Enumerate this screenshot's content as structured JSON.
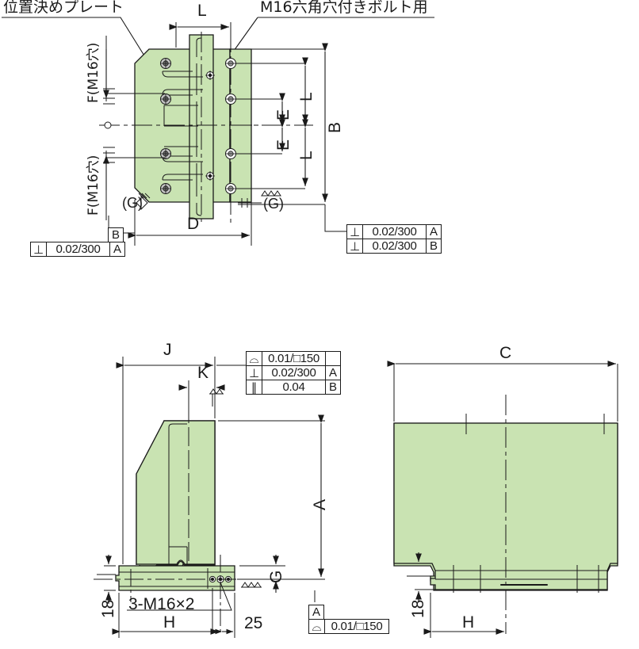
{
  "drawing": {
    "title_note_top_left": "位置決めプレート",
    "title_note_top_right": "M16六角穴付きボルト用",
    "part_fill_color": "#c9e3b2",
    "line_color": "#1a1a1a",
    "views": [
      {
        "name": "front-view",
        "position": "top-left"
      },
      {
        "name": "side-view",
        "position": "bottom-left"
      },
      {
        "name": "rear-view",
        "position": "bottom-right"
      }
    ]
  },
  "front_view": {
    "dim_L_top": "L",
    "dim_D": "D",
    "dim_B": "B",
    "dim_L_upper": "L",
    "dim_L_lower": "L",
    "dim_E_upper": "E",
    "dim_E_lower": "E",
    "label_F_top": "F(M16穴)",
    "label_F_bottom": "F(M16穴)",
    "finish_left": "(G)",
    "finish_right": "(G)",
    "fcf_left": {
      "datum_above": "B",
      "rows": [
        {
          "symbol": "⊥",
          "value": "0.02/300",
          "datum": "A"
        }
      ]
    },
    "fcf_right": {
      "rows": [
        {
          "symbol": "⊥",
          "value": "0.02/300",
          "datum": "A"
        },
        {
          "symbol": "⊥",
          "value": "0.02/300",
          "datum": "B"
        }
      ]
    }
  },
  "side_view": {
    "dim_J": "J",
    "dim_K": "K",
    "dim_A": "A",
    "dim_G": "G",
    "dim_H": "H",
    "dim_18": "18",
    "dim_25": "25",
    "note_holes": "3-M16×2",
    "fcf_top": {
      "rows": [
        {
          "symbol": "⌓",
          "value": "0.01/□150",
          "datum": ""
        },
        {
          "symbol": "⊥",
          "value": "0.02/300",
          "datum": "A"
        },
        {
          "symbol": "∥",
          "value": "0.04",
          "datum": "B"
        }
      ]
    },
    "fcf_bottom": {
      "datum_above": "A",
      "rows": [
        {
          "symbol": "⌓",
          "value": "0.01/□150",
          "datum": ""
        }
      ]
    }
  },
  "rear_view": {
    "dim_C": "C",
    "dim_H": "H",
    "dim_18": "18"
  }
}
